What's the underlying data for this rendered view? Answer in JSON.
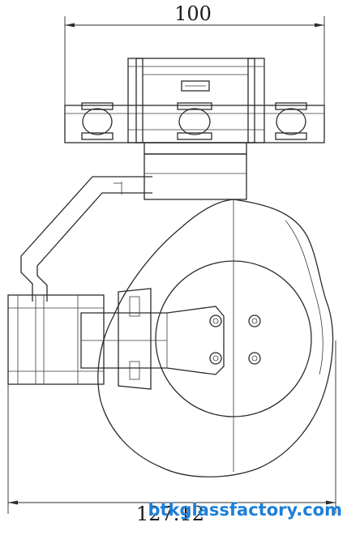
{
  "drawing": {
    "top_dimension": "100",
    "bottom_dimension": "127.12"
  },
  "watermark": {
    "text": "btkglassfactory.com",
    "color": "#1e7fd6"
  },
  "colors": {
    "line": "#2b2b2b",
    "background": "#ffffff"
  }
}
